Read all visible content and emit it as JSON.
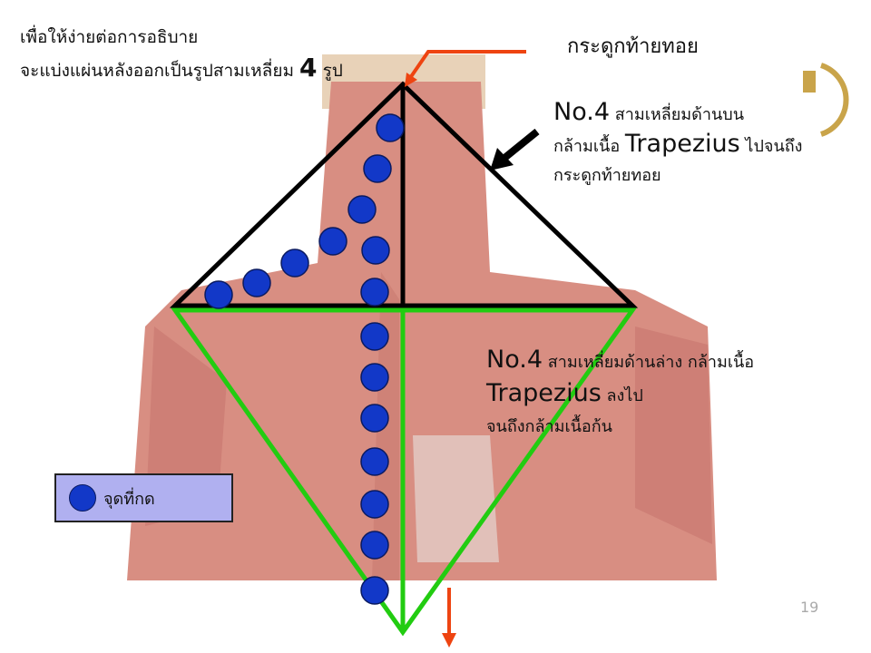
{
  "intro": {
    "line1": "เพื่อให้ง่ายต่อการอธิบาย",
    "line2_pre": "จะแบ่งแผ่นหลังออกเป็นรูปสามเหลี่ยม",
    "line2_num": "4",
    "line2_post": "รูป"
  },
  "occiput_label": "กระดูกท้ายทอย",
  "upper": {
    "no": "No.4",
    "t1": "สามเหลี่ยมด้านบน",
    "t2": "กล้ามเนื้อ",
    "muscle": "Trapezius",
    "t3": "ไปจนถึง",
    "t4": "กระดูกท้ายทอย"
  },
  "lower": {
    "no": "No.4",
    "t1": "สามเหลี่ยมด้านล่าง  กล้ามเนื้อ",
    "muscle": "Trapezius",
    "t2": "ลงไป",
    "t3": "จนถึงกล้ามเนื้อก้น"
  },
  "legend": {
    "label": "จุดที่กด"
  },
  "page_number": "19",
  "colors": {
    "dot": "#1238c8",
    "upper_triangle": "#000000",
    "lower_triangle": "#22cc11",
    "arrow": "#ee4411",
    "legend_bg": "#b0b0f0"
  }
}
